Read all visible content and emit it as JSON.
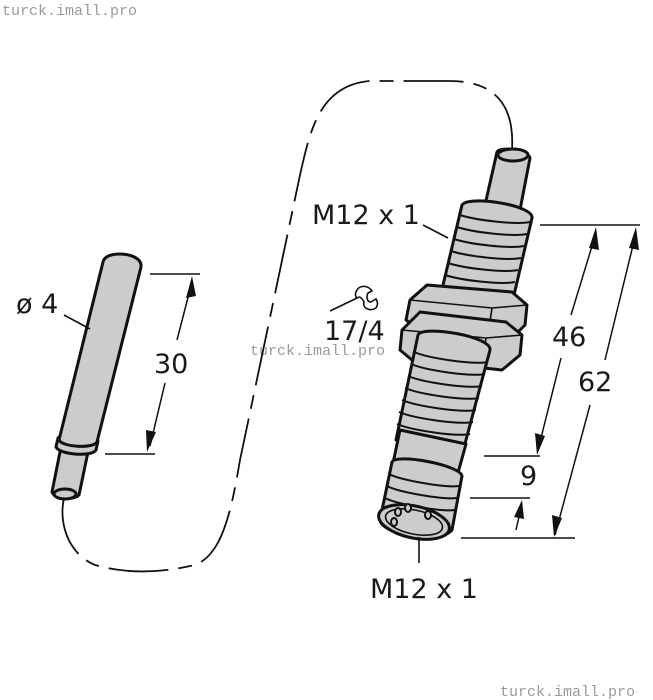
{
  "watermarks": {
    "top_left": "turck.imall.pro",
    "middle": "turck.imall.pro",
    "bottom_right": "turck.imall.pro"
  },
  "actuator": {
    "diameter_label": "ø 4",
    "length_label": "30"
  },
  "sensor": {
    "thread_label_top": "M12 x 1",
    "wrench_label": "17/4",
    "thread_length_label": "46",
    "total_length_label": "62",
    "connector_length_label": "9",
    "thread_label_bottom": "M12 x 1"
  },
  "icons": {
    "wrench": "wrench-icon"
  },
  "colors": {
    "part_fill": "#cccccc",
    "outline": "#111111",
    "watermark": "#9a9a9a"
  }
}
